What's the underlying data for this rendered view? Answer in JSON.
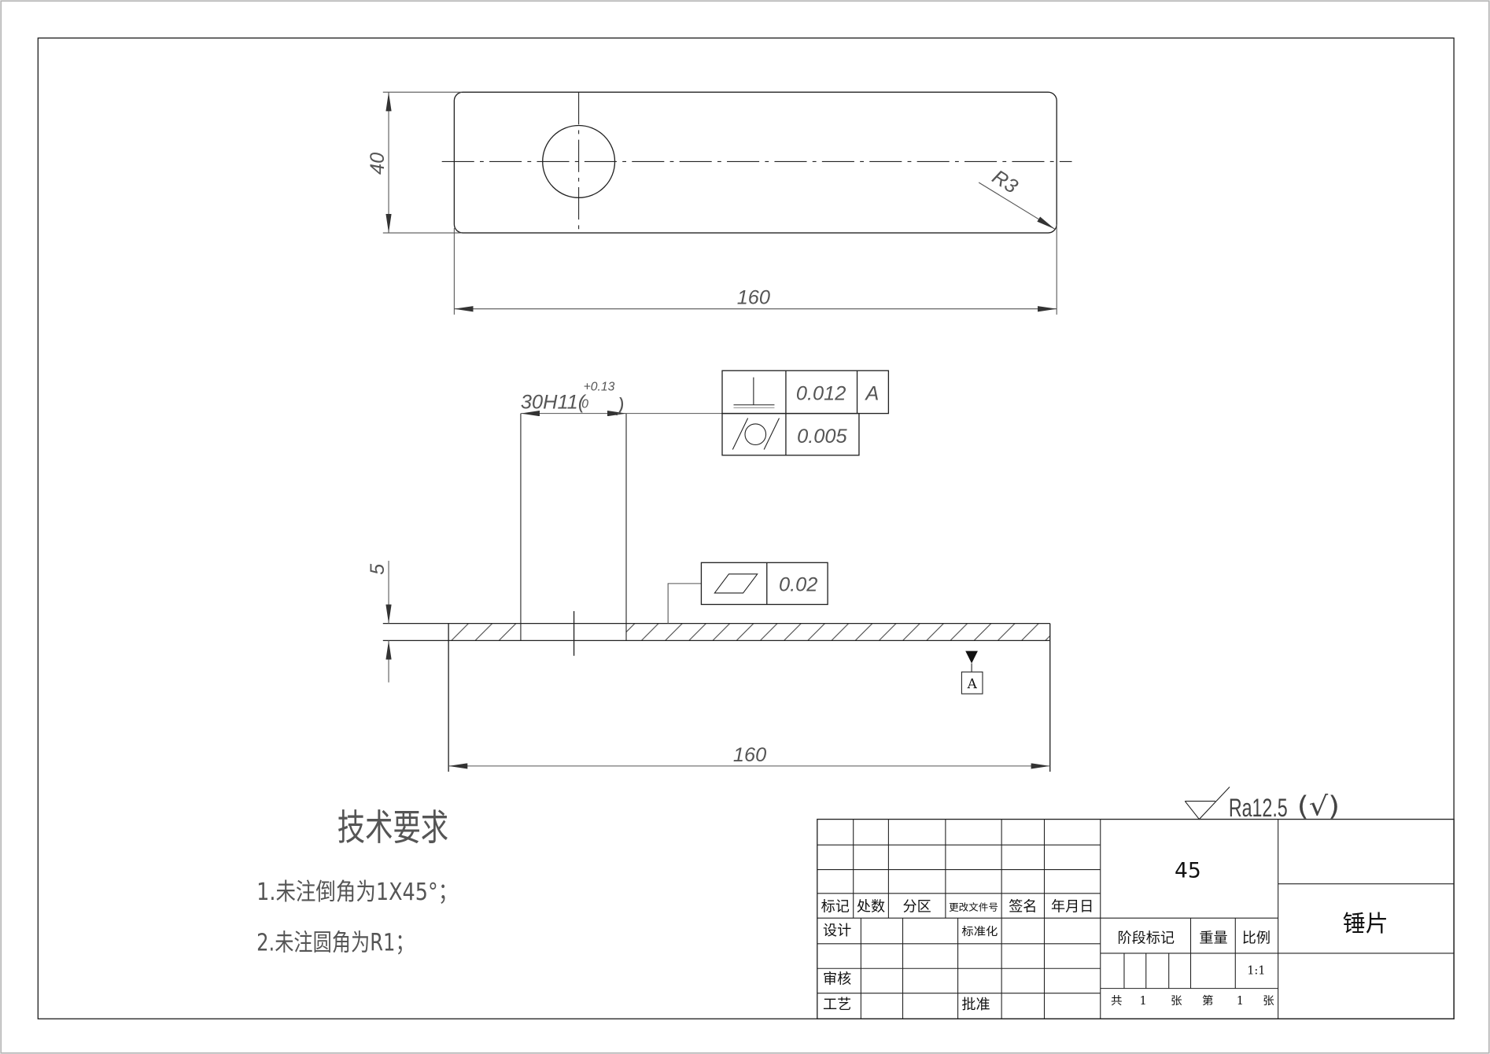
{
  "colors": {
    "paper": "#ffffff",
    "line": "#222222",
    "dimension": "#555555"
  },
  "plan_view": {
    "height_dim": "40",
    "length_dim": "160",
    "radius_note": "R3"
  },
  "section_view": {
    "hole_fit": {
      "nominal": "30H11(",
      "upper_deviation": "+0.13",
      "lower_deviation": "0",
      "close": ")"
    },
    "thickness_dim": "5",
    "length_dim": "160",
    "perpendicularity": {
      "symbol": "perpendicularity-icon",
      "tolerance": "0.012",
      "datum": "A"
    },
    "cylindricity": {
      "symbol": "cylindricity-icon",
      "tolerance": "0.005"
    },
    "flatness": {
      "symbol": "flatness-icon",
      "tolerance": "0.02"
    },
    "datum_feature": "A"
  },
  "technical_requirements": {
    "heading": "技术要求",
    "items": [
      "1.未注倒角为1X45°；",
      "2.未注圆角为R1；"
    ]
  },
  "surface_finish": {
    "symbol": "surface-roughness-icon",
    "roughness": "Ra12.5",
    "other_surfaces": "(√)"
  },
  "title_block": {
    "revision_headers": [
      "标记",
      "处数",
      "分区",
      "更改文件号",
      "签名",
      "年月日"
    ],
    "signoff_labels": {
      "design": "设计",
      "standardization": "标准化",
      "review": "审核",
      "process": "工艺",
      "approval": "批准"
    },
    "material": "45",
    "stage_mark_label": "阶段标记",
    "weight_label": "重量",
    "scale_label": "比例",
    "scale": "1:1",
    "sheets": {
      "total_prefix": "共",
      "total": "1",
      "total_suffix": "张",
      "current_prefix": "第",
      "current": "1",
      "current_suffix": "张"
    },
    "part_name": "锤片"
  }
}
